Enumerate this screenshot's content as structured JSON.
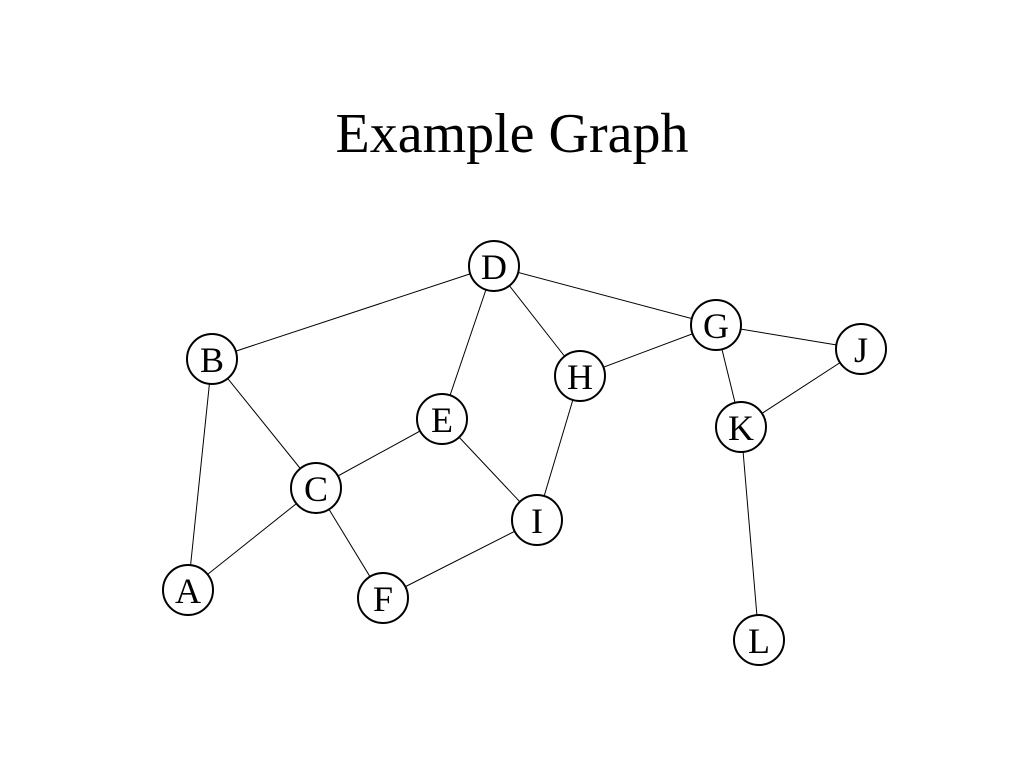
{
  "diagram": {
    "title": "Example Graph",
    "nodes": [
      {
        "id": "A",
        "label": "A"
      },
      {
        "id": "B",
        "label": "B"
      },
      {
        "id": "C",
        "label": "C"
      },
      {
        "id": "D",
        "label": "D"
      },
      {
        "id": "E",
        "label": "E"
      },
      {
        "id": "F",
        "label": "F"
      },
      {
        "id": "G",
        "label": "G"
      },
      {
        "id": "H",
        "label": "H"
      },
      {
        "id": "I",
        "label": "I"
      },
      {
        "id": "J",
        "label": "J"
      },
      {
        "id": "K",
        "label": "K"
      },
      {
        "id": "L",
        "label": "L"
      }
    ],
    "edges": [
      [
        "B",
        "D"
      ],
      [
        "D",
        "E"
      ],
      [
        "D",
        "H"
      ],
      [
        "D",
        "G"
      ],
      [
        "B",
        "C"
      ],
      [
        "B",
        "A"
      ],
      [
        "C",
        "A"
      ],
      [
        "C",
        "E"
      ],
      [
        "C",
        "F"
      ],
      [
        "E",
        "I"
      ],
      [
        "H",
        "I"
      ],
      [
        "F",
        "I"
      ],
      [
        "H",
        "G"
      ],
      [
        "G",
        "J"
      ],
      [
        "G",
        "K"
      ],
      [
        "J",
        "K"
      ],
      [
        "K",
        "L"
      ]
    ],
    "colors": {
      "stroke": "#000000",
      "node_fill": "#ffffff",
      "background": "#ffffff"
    }
  }
}
